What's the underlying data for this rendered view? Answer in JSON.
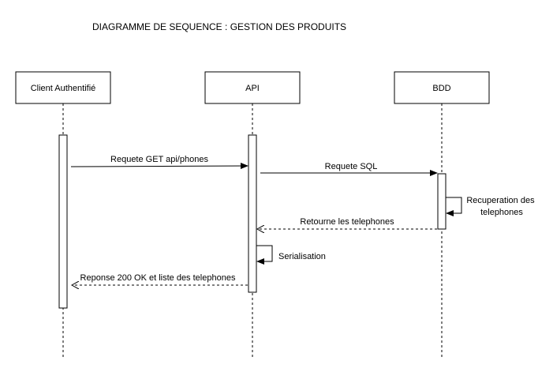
{
  "diagram": {
    "title": "DIAGRAMME DE SEQUENCE : GESTION DES PRODUITS",
    "participants": [
      {
        "id": "client",
        "label": "Client Authentifié"
      },
      {
        "id": "api",
        "label": "API"
      },
      {
        "id": "bdd",
        "label": "BDD"
      }
    ],
    "messages": [
      {
        "id": "m1",
        "label": "Requete GET api/phones",
        "from": "client",
        "to": "api",
        "kind": "sync"
      },
      {
        "id": "m2",
        "label": "Requete SQL",
        "from": "api",
        "to": "bdd",
        "kind": "sync"
      },
      {
        "id": "m3",
        "label_lines": [
          "Recuperation des",
          "telephones"
        ],
        "from": "bdd",
        "to": "bdd",
        "kind": "self"
      },
      {
        "id": "m4",
        "label": "Retourne les telephones",
        "from": "bdd",
        "to": "api",
        "kind": "return"
      },
      {
        "id": "m5",
        "label": "Serialisation",
        "from": "api",
        "to": "api",
        "kind": "self"
      },
      {
        "id": "m6",
        "label": "Reponse 200 OK et liste des telephones",
        "from": "api",
        "to": "client",
        "kind": "return"
      }
    ],
    "colors": {
      "line": "#000000",
      "background": "#ffffff"
    }
  }
}
